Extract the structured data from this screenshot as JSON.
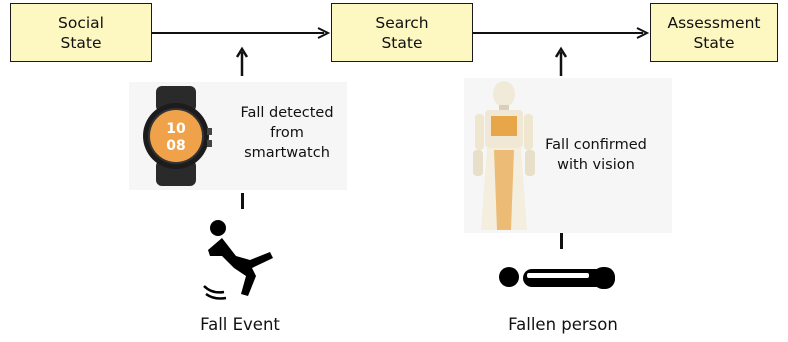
{
  "states": {
    "social": "Social\nState",
    "search": "Search\nState",
    "assessment": "Assessment\nState"
  },
  "panels": {
    "smartwatch_text": "Fall detected\nfrom\nsmartwatch",
    "vision_text": "Fall confirmed\nwith vision"
  },
  "captions": {
    "fall_event": "Fall Event",
    "fallen_person": "Fallen person"
  },
  "colors": {
    "state_fill": "#fdf7c2",
    "watch_face": "#f0a24a",
    "robot_accent": "#e8a64a"
  },
  "icons": [
    "smartwatch-image",
    "robot-image",
    "falling-person-icon",
    "fallen-person-icon"
  ]
}
